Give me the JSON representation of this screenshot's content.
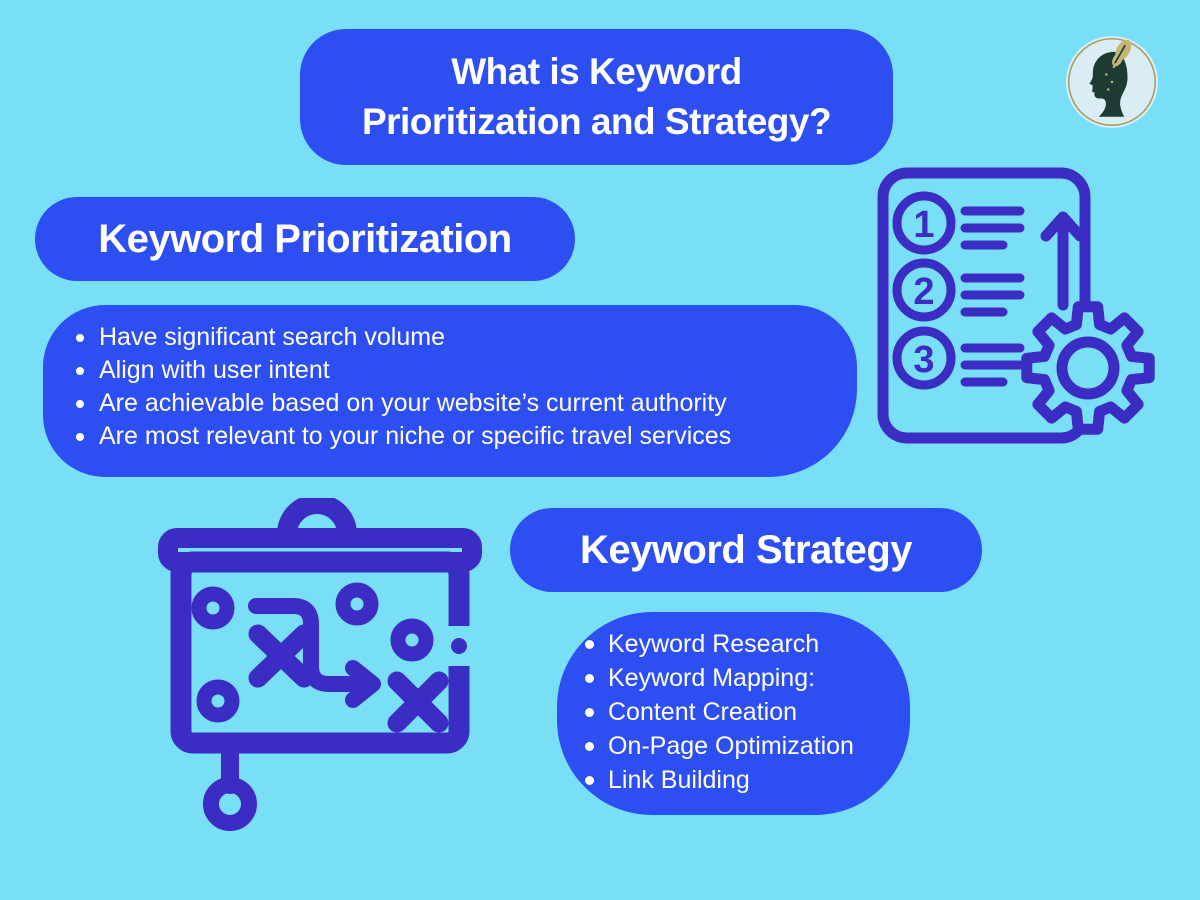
{
  "colors": {
    "background": "#79DFF6",
    "box_blue": "#2D4FF2",
    "icon_indigo": "#3B2CC4",
    "text_white": "#FFFFFF",
    "logo_background": "#D9EDF2",
    "logo_ring": "#A39D62",
    "logo_silhouette": "#1D3A33",
    "logo_butterfly": "#C7B577"
  },
  "header": {
    "title_line1": "What is Keyword",
    "title_line2": "Prioritization and Strategy?"
  },
  "prioritization": {
    "heading": "Keyword Prioritization",
    "bullets": [
      "Have significant search volume",
      "Align with user intent",
      "Are achievable based on your website’s current authority",
      "Are most relevant to your niche or specific travel services"
    ]
  },
  "strategy": {
    "heading": "Keyword Strategy",
    "bullets": [
      "Keyword Research",
      "Keyword Mapping:",
      "Content Creation",
      "On-Page Optimization",
      "Link Building"
    ]
  },
  "icons": {
    "numbered_list": {
      "name": "priority-list-gear-icon",
      "numbers": [
        "1",
        "2",
        "3"
      ]
    },
    "strategy_board": {
      "name": "strategy-board-icon"
    },
    "logo": {
      "name": "woman-butterfly-logo"
    }
  }
}
